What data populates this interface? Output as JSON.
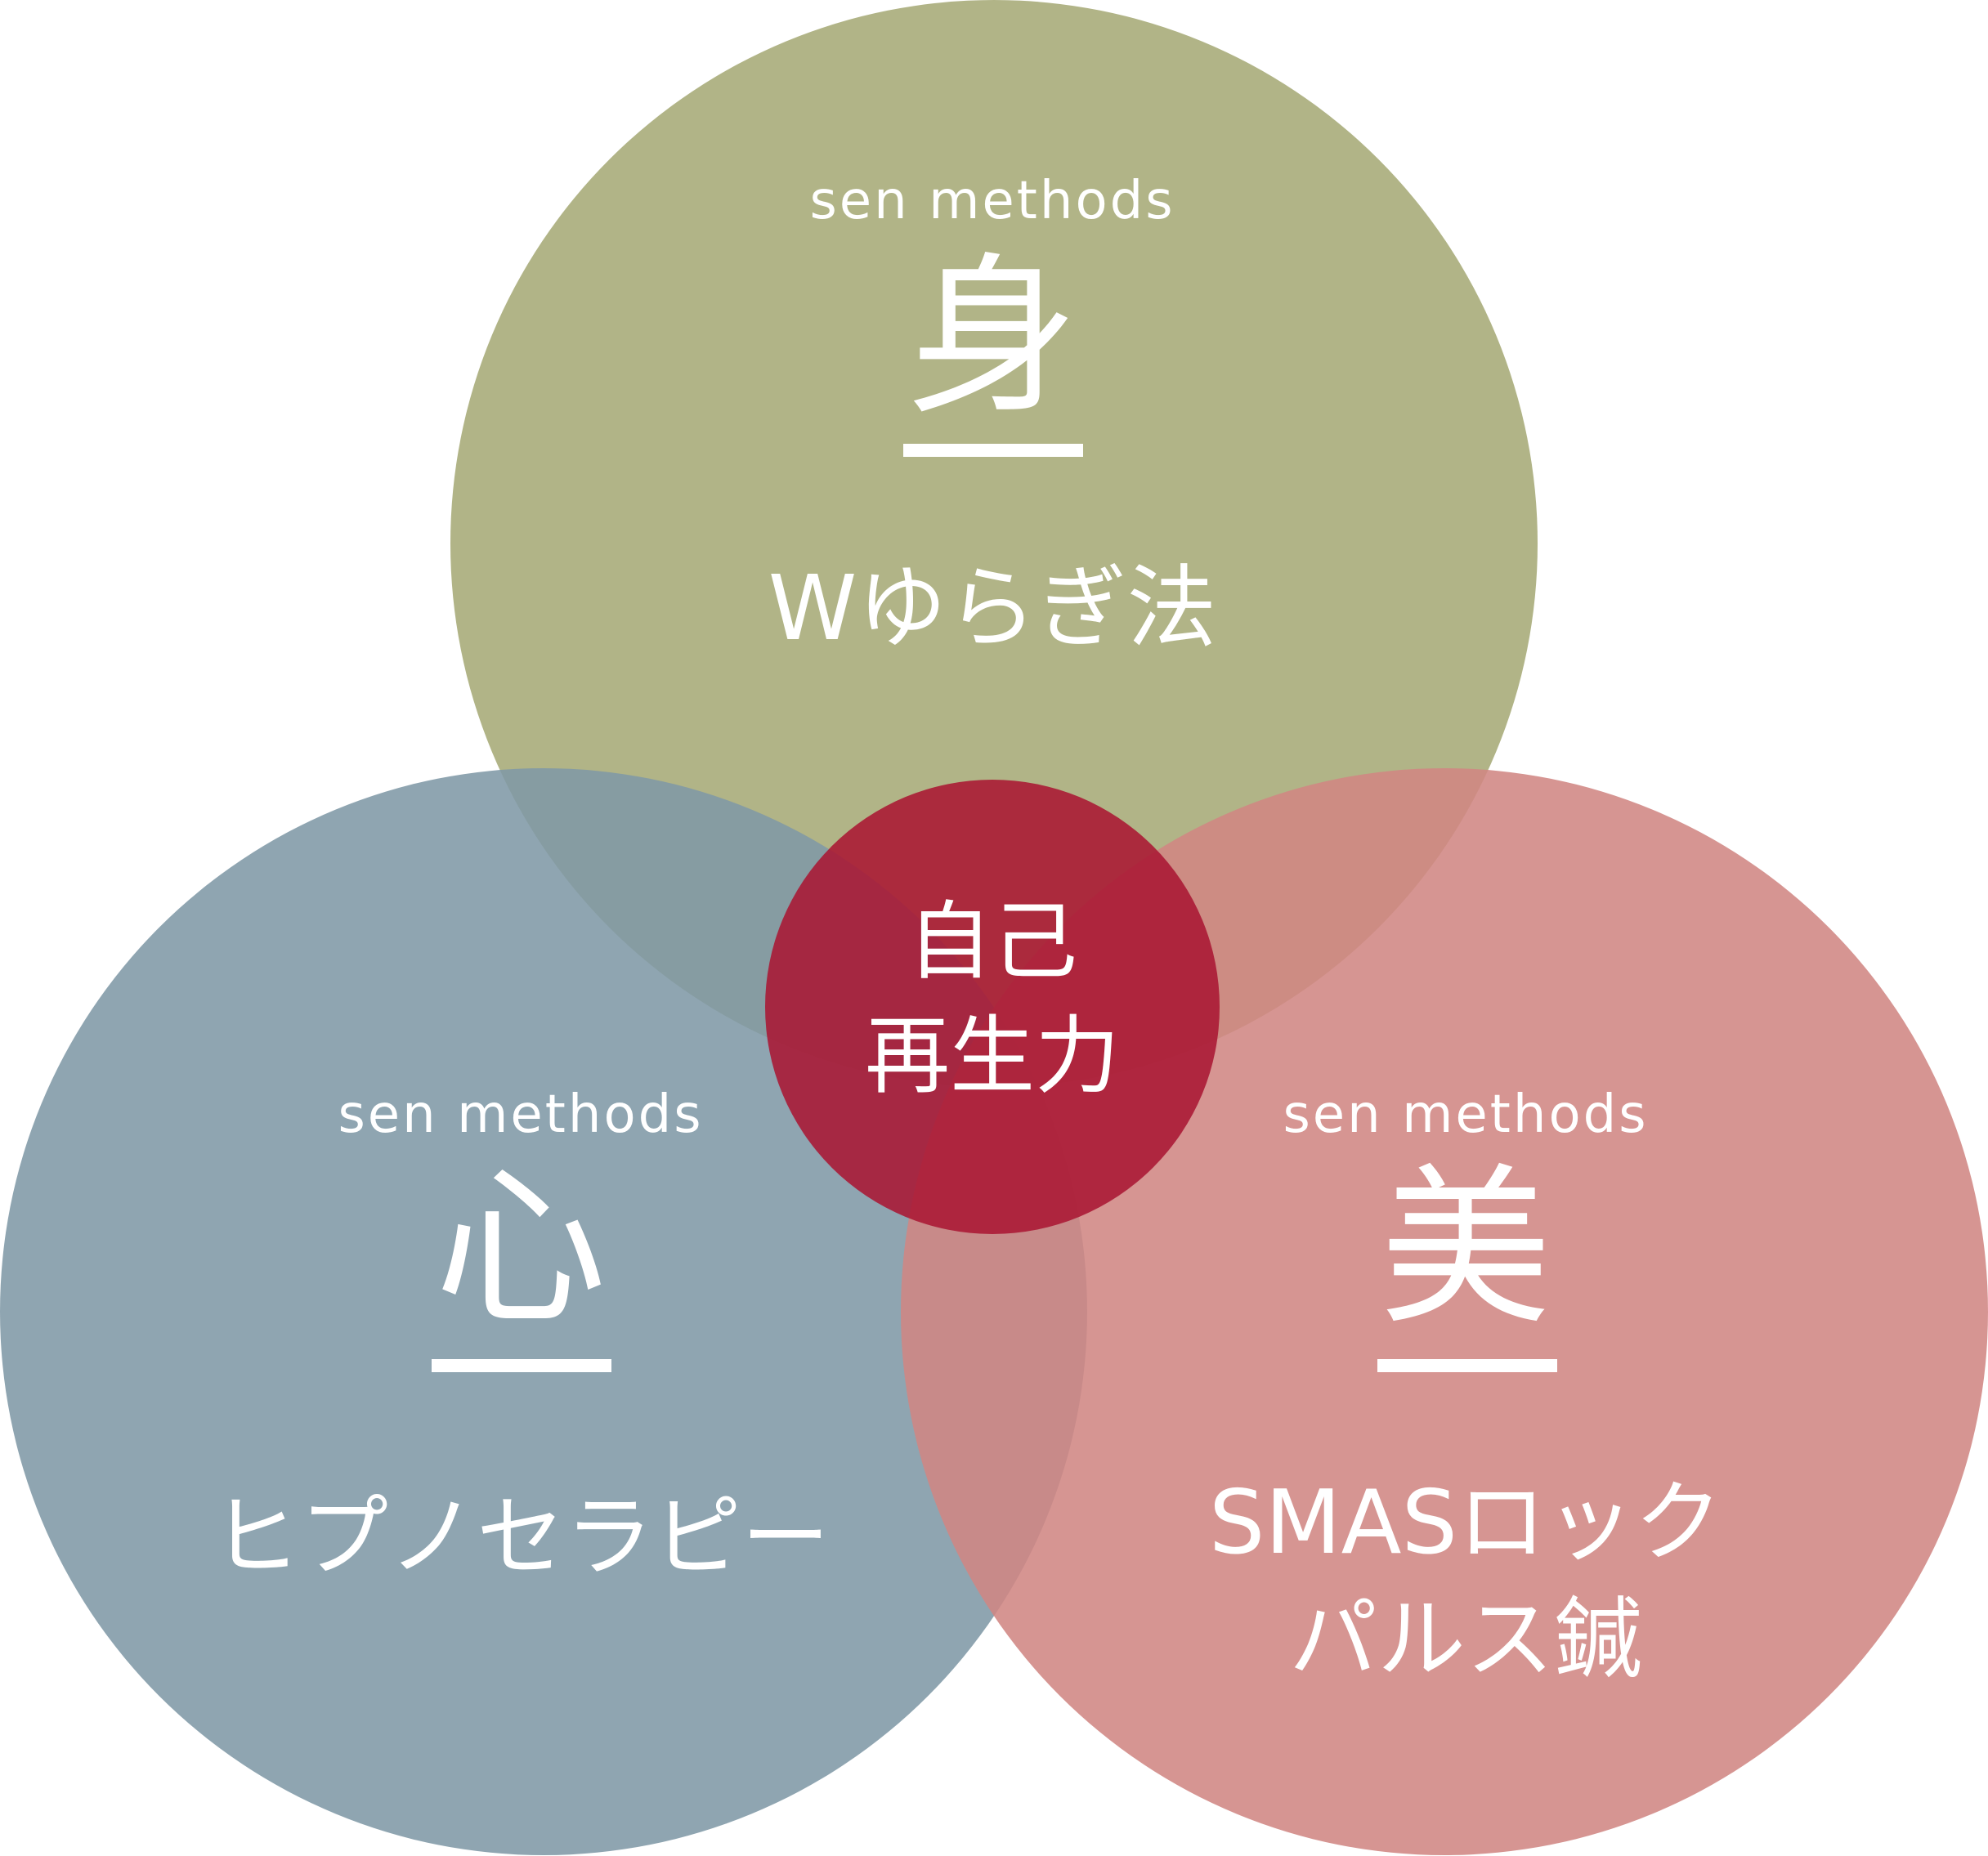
{
  "colors": {
    "top_circle": "#a6aa76",
    "left_circle": "#7f99a6",
    "right_circle": "#d08683",
    "center_circle": "#aa1733",
    "text": "#ffffff"
  },
  "circles": {
    "top": {
      "caption": "sen methods",
      "kanji": "身",
      "methods": [
        "Wゆらぎ法"
      ]
    },
    "left": {
      "caption": "sen methods",
      "kanji": "心",
      "methods": [
        "ヒプノセラピー"
      ]
    },
    "right": {
      "caption": "sen methods",
      "kanji": "美",
      "methods": [
        "SMASロック",
        "パルス鍼"
      ]
    },
    "center": {
      "lines": [
        "自己",
        "再生力"
      ]
    }
  }
}
